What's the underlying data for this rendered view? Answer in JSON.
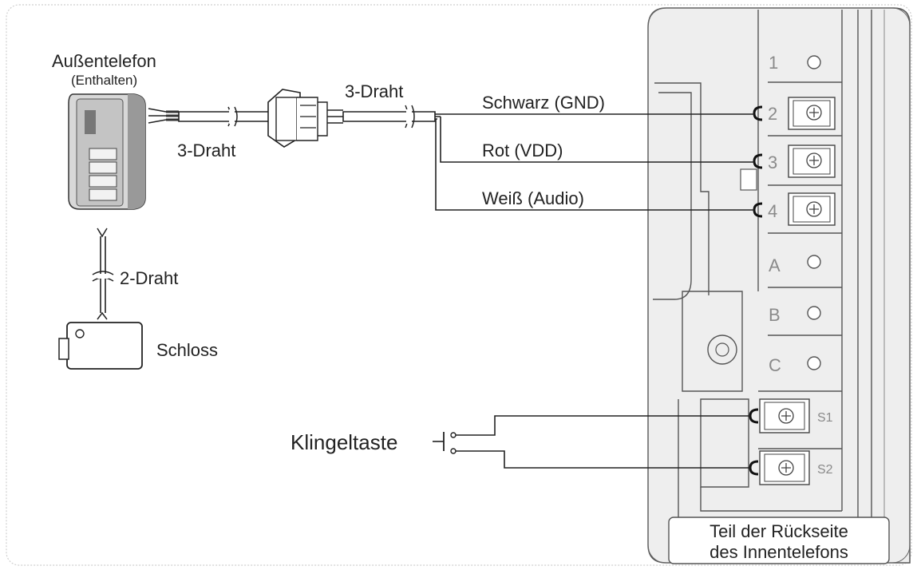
{
  "outdoor_unit": {
    "title": "Außentelefon",
    "subtitle": "(Enthalten)"
  },
  "cables": {
    "outdoor_cable": "3-Draht",
    "panel_cable": "3-Draht",
    "lock_cable": "2-Draht"
  },
  "wires": {
    "black": "Schwarz (GND)",
    "red": "Rot (VDD)",
    "white": "Weiß (Audio)"
  },
  "lock": {
    "label": "Schloss"
  },
  "doorbell": {
    "label": "Klingeltaste"
  },
  "terminals": {
    "t1": "1",
    "t2": "2",
    "t3": "3",
    "t4": "4",
    "ta": "A",
    "tb": "B",
    "tc": "C",
    "s1": "S1",
    "s2": "S2"
  },
  "indoor_panel": {
    "caption_line1": "Teil der Rückseite",
    "caption_line2": "des Innentelefons"
  },
  "colors": {
    "ink": "#222222",
    "panel_bg": "#eeeeee",
    "terminal_label": "#8a8a8a"
  },
  "icons": [
    "outdoor-intercom-icon",
    "connector-plug-icon",
    "lock-icon",
    "push-button-icon",
    "screw-terminal-icon"
  ]
}
